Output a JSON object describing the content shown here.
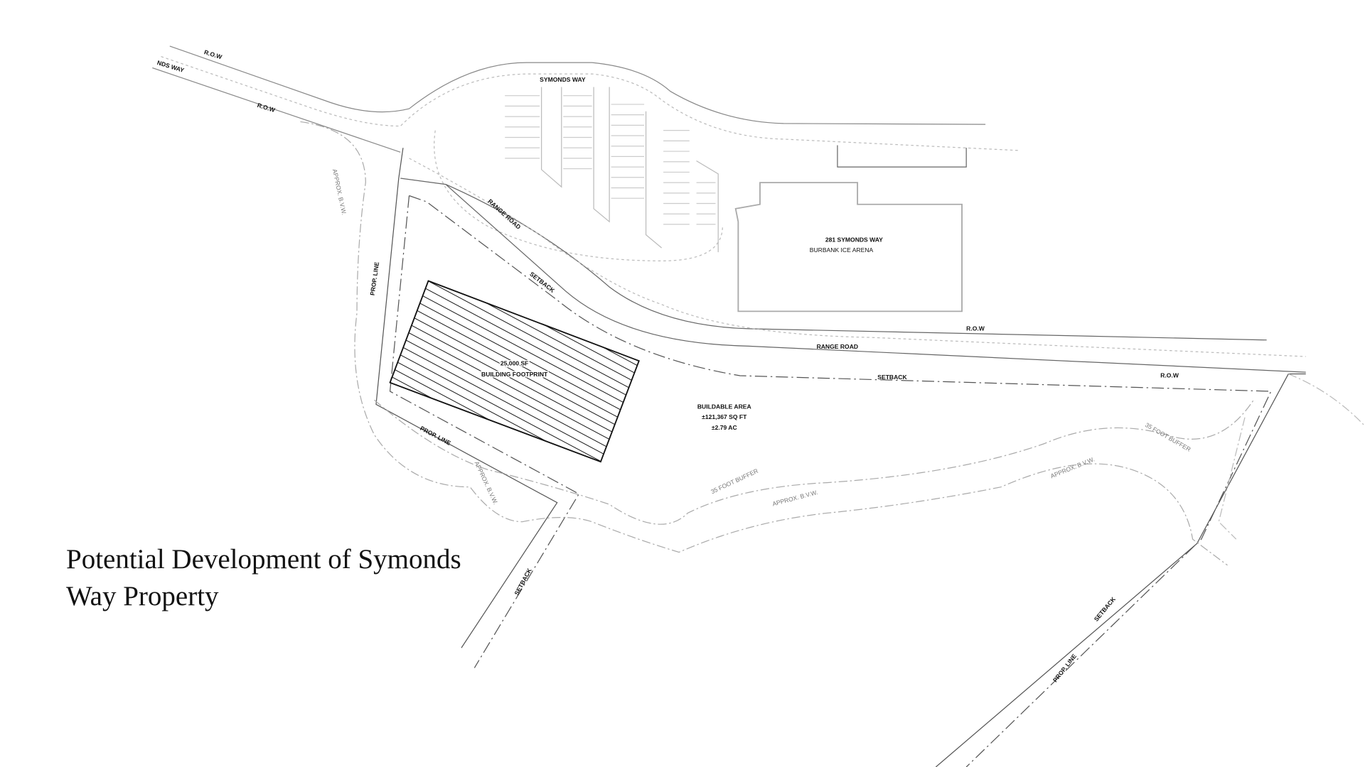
{
  "title": {
    "line1": "Potential Development of Symonds",
    "line2": "Way Property"
  },
  "labels": {
    "row": "R.O.W",
    "symonds_way_cut": "NDS WAY",
    "symonds_way": "SYMONDS WAY",
    "range_road": "RANGE ROAD",
    "setback": "SETBACK",
    "prop_line": "PROP. LINE",
    "approx_bvw": "APPROX. B.V.W.",
    "buffer_35": "35 FOOT BUFFER",
    "arena_address": "281 SYMONDS WAY",
    "arena_name": "BURBANK ICE ARENA",
    "footprint_1": "25,000 SF",
    "footprint_2": "BUILDING FOOTPRINT",
    "buildable_1": "BUILDABLE AREA",
    "buildable_2": "±121,367 SQ FT",
    "buildable_3": "±2.79 AC"
  },
  "colors": {
    "ink": "#111111",
    "existing": "#9a9a9a",
    "setback": "#666666"
  }
}
